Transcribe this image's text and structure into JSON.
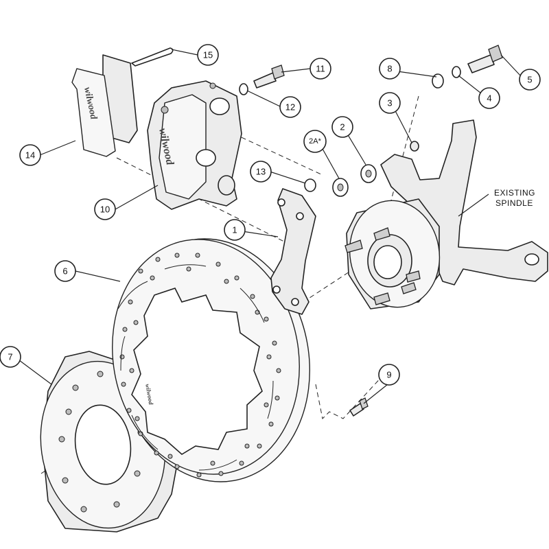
{
  "diagram": {
    "parts": {
      "p1": {
        "number": "1"
      },
      "p2": {
        "number": "2"
      },
      "p2a": {
        "number": "2A*"
      },
      "p3": {
        "number": "3"
      },
      "p4": {
        "number": "4"
      },
      "p5": {
        "number": "5"
      },
      "p6": {
        "number": "6"
      },
      "p7": {
        "number": "7"
      },
      "p8": {
        "number": "8"
      },
      "p9": {
        "number": "9"
      },
      "p10": {
        "number": "10"
      },
      "p11": {
        "number": "11"
      },
      "p12": {
        "number": "12"
      },
      "p13": {
        "number": "13"
      },
      "p14": {
        "number": "14"
      },
      "p15": {
        "number": "15"
      }
    },
    "spindle_label_line1": "EXISTING",
    "spindle_label_line2": "SPINDLE",
    "pad_logo": "wilwood",
    "caliper_logo": "wilwood",
    "rotor_logo": "wilwood"
  }
}
